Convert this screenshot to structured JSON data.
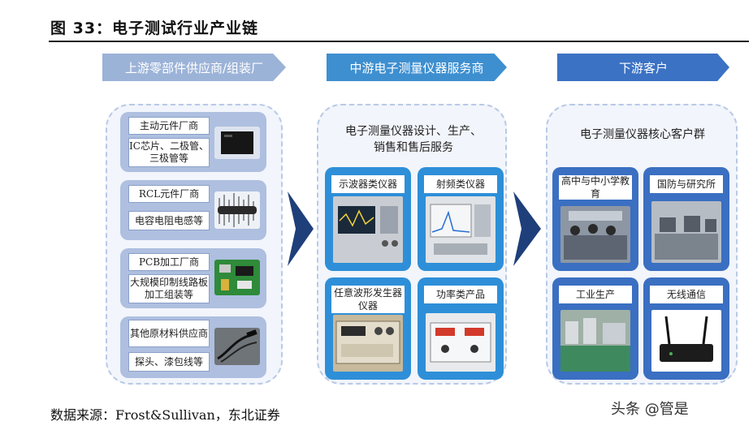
{
  "title": "图 33：电子测试行业产业链",
  "stages": [
    "上游零部件供应商/组装厂",
    "中游电子测量仪器服务商",
    "下游客户"
  ],
  "upstream": [
    {
      "label": "主动元件厂商",
      "detail": "IC芯片、二极管、三极管等"
    },
    {
      "label": "RCL元件厂商",
      "detail": "电容电阻电感等"
    },
    {
      "label": "PCB加工厂商",
      "detail": "大规模印制线路板加工组装等"
    },
    {
      "label": "其他原材料供应商",
      "detail": "探头、漆包线等"
    }
  ],
  "midstream": {
    "heading": "电子测量仪器设计、生产、销售和售后服务",
    "cards": [
      "示波器类仪器",
      "射频类仪器",
      "任意波形发生器仪器",
      "功率类产品"
    ]
  },
  "downstream": {
    "heading": "电子测量仪器核心客户群",
    "cards": [
      "高中与中小学教育",
      "国防与研究所",
      "工业生产",
      "无线通信"
    ]
  },
  "source": "数据来源：Frost&Sullivan，东北证券",
  "watermark": "头条 @管是",
  "colors": {
    "upstream_banner": "#9cb3d8",
    "midstream_banner": "#3e8fd0",
    "downstream_banner": "#3b72c4",
    "arrow": "#1f3f7a"
  }
}
